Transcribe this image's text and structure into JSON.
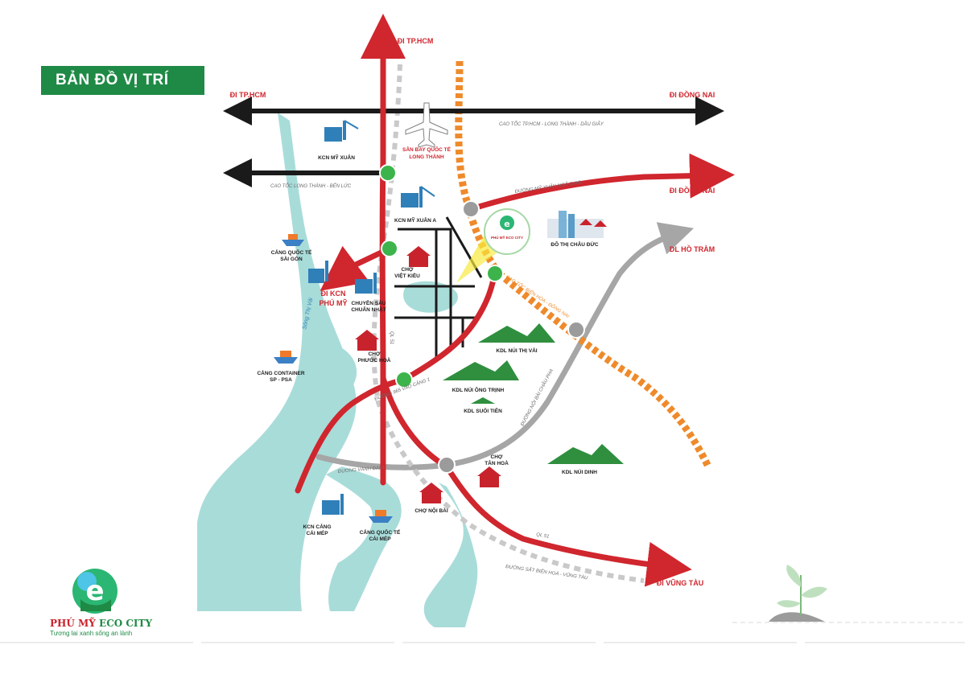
{
  "title": "BẢN ĐỒ VỊ TRÍ",
  "brand": {
    "name_part1": "PHÚ MỸ",
    "name_part2": "ECO CITY",
    "tagline": "Tương lai xanh sống an lành",
    "logo_small": "PHÚ MỸ ECO CITY"
  },
  "directions": {
    "hcm_top": "ĐI TP.HCM",
    "hcm_left": "ĐI TP.HCM",
    "dong_nai_top": "ĐI ĐỒNG NAI",
    "dong_nai_mid": "ĐI ĐỒNG NAI",
    "ho_tram": "DL HỒ TRÀM",
    "vung_tau": "ĐI VŨNG TÀU",
    "kcn_phu_my_1": "ĐI KCN",
    "kcn_phu_my_2": "PHÚ MỸ"
  },
  "roads": {
    "hcm_lt_dg": "CAO TỐC TP.HCM - LONG THÀNH - DẦU GIÂY",
    "lt_benluc": "CAO TỐC LONG THÀNH - BẾN LỨC",
    "my_xuan_nga_giao": "ĐƯỜNG MỸ XUÂN NGÃ GIAO",
    "bien_hoa_dong_nai": "CAO TỐC BIÊN HÒA - ĐỒNG NAI",
    "ql51_a": "QL 51",
    "ql51_b": "QL 51",
    "duong_965": "ĐƯỜNG 965 VÀO CẢNG 1",
    "vanh_dai_4": "ĐƯỜNG VÀNH ĐAI 4",
    "noi_bai_chau_pha": "ĐƯỜNG NỘI BÀI CHÂU PHA",
    "rail": "ĐƯỜNG SẮT BIÊN HOÀ - VŨNG TÀU",
    "river": "Sông Thị Vải"
  },
  "places": {
    "airport_1": "SÂN BAY QUỐC TẾ",
    "airport_2": "LONG THÀNH",
    "kcn_my_xuan": "KCN MỸ XUÂN",
    "kcn_my_xuan_a": "KCN MỸ XUÂN A",
    "cang_sg_1": "CẢNG QUỐC TẾ",
    "cang_sg_2": "SÀI GÒN",
    "cho_viet_kieu_1": "CHỢ",
    "cho_viet_kieu_2": "VIỆT KIỀU",
    "chuyen_sau_1": "CHUYÊN SÂU",
    "chuyen_sau_2": "CHUẨN NHẬT",
    "cho_phuoc_hoa_1": "CHỢ",
    "cho_phuoc_hoa_2": "PHƯỚC HOÀ",
    "cang_container_1": "CẢNG CONTAINER",
    "cang_container_2": "SP - PSA",
    "do_thi_chau_duc": "ĐÔ THỊ CHÂU ĐỨC",
    "kdl_thi_vai": "KDL NÚI THỊ VẢI",
    "kdl_ong_trinh": "KDL NÚI ÔNG TRỊNH",
    "kdl_suoi_tien": "KDL SUỐI TIÊN",
    "cho_tan_hoa_1": "CHỢ",
    "cho_tan_hoa_2": "TÂN HOÀ",
    "kdl_nui_dinh": "KDL NÚI DINH",
    "cho_noi_bai": "CHỢ NỘI BÀI",
    "kcn_cai_mep_1": "KCN CẢNG",
    "kcn_cai_mep_2": "CÁI MÉP",
    "cang_cai_mep_1": "CẢNG QUỐC TẾ",
    "cang_cai_mep_2": "CÁI MÉP"
  },
  "colors": {
    "brand_green": "#1e8a45",
    "road_red": "#d0262e",
    "expressway_black": "#1a1a1a",
    "planned_orange": "#ef8a2b",
    "water": "#a8dcd9",
    "road_gray": "#a6a6a6",
    "node_green": "#3cb44b",
    "node_gray": "#9b9b9b",
    "highlight_yellow": "#f7e93a"
  },
  "icons": [
    "industrial-park-icon",
    "airplane-icon",
    "ship-icon",
    "market-house-icon",
    "mountain-icon",
    "city-buildings-icon",
    "eco-city-logo",
    "plant-icon"
  ]
}
